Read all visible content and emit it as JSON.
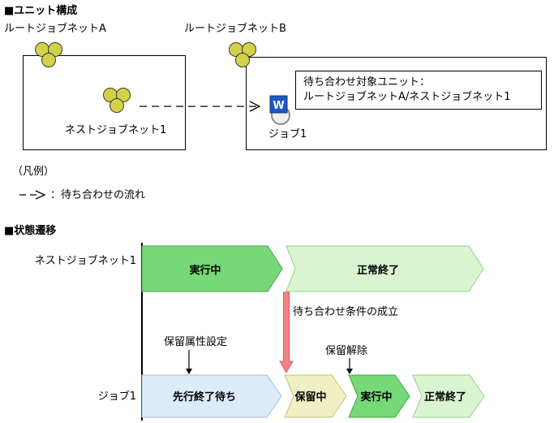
{
  "unit_config": {
    "heading": "■ユニット構成",
    "root_jobnet_a_label": "ルートジョブネットA",
    "root_jobnet_b_label": "ルートジョブネットB",
    "nested_jobnet_label": "ネストジョブネット1",
    "job_label": "ジョブ1",
    "job_icon_letter": "W",
    "callout": {
      "line1": "待ち合わせ対象ユニット：",
      "line2": "ルートジョブネットA/ネストジョブネット1"
    }
  },
  "legend": {
    "heading": "（凡例）",
    "wait_flow_label": "：待ち合わせの流れ"
  },
  "state_transition": {
    "heading": "■状態遷移",
    "row1_label": "ネストジョブネット1",
    "row2_label": "ジョブ1",
    "bars": {
      "nested_running": "実行中",
      "nested_normal_end": "正常終了",
      "job_wait_prior_end": "先行終了待ち",
      "job_hold": "保留中",
      "job_running": "実行中",
      "job_normal_end": "正常終了"
    },
    "annotations": {
      "wait_condition": "待ち合わせ条件の成立",
      "hold_attribute_set": "保留属性設定",
      "hold_release": "保留解除"
    }
  },
  "palette": {
    "running_fill": "#77d877",
    "running_stroke": "#3fa53f",
    "normal_end_fill": "#d9f5d0",
    "normal_end_stroke": "#92d092",
    "wait_prior_fill": "#dcebf8",
    "wait_prior_stroke": "#9fbeda",
    "hold_fill": "#f1f0c4",
    "hold_stroke": "#c2c178",
    "red_arrow_fill": "#f28282",
    "red_arrow_stroke": "#d96060",
    "jobnet_icon_fill": "#d2d24a",
    "jobnet_icon_stroke": "#3c3c1e",
    "job_square_fill": "#1f55c0",
    "job_square_stroke": "#123a82",
    "job_ring_fill": "#eeeeee",
    "job_ring_stroke": "#8a8a8a"
  }
}
